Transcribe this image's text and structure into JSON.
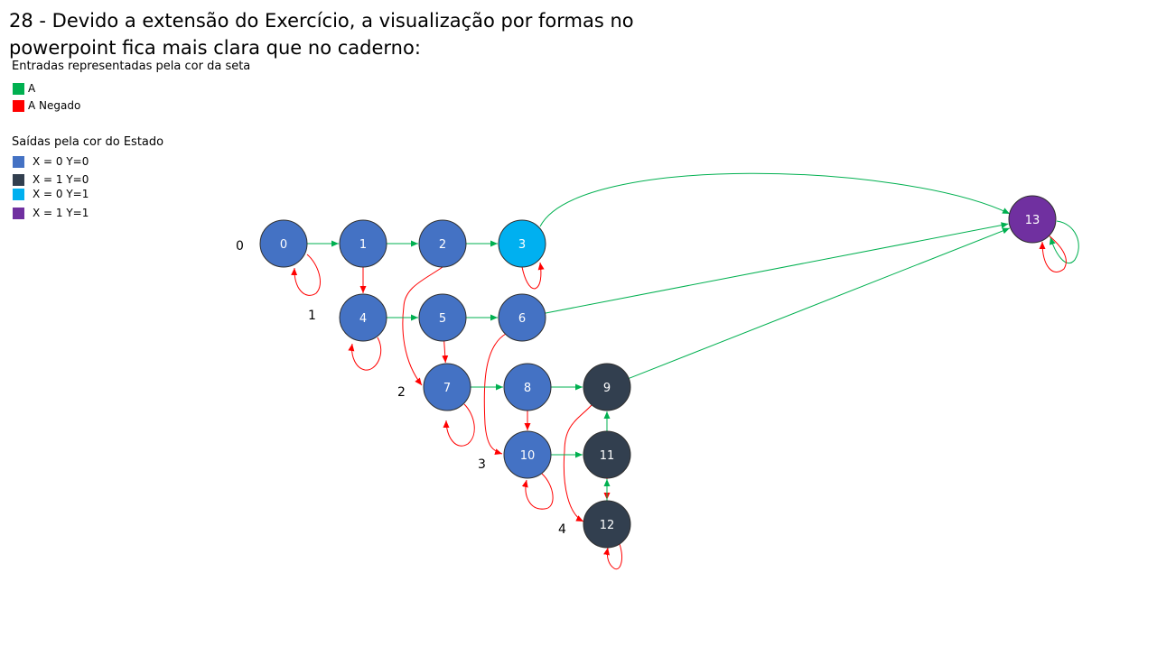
{
  "title": "28 - Devido a extensão do Exercício, a visualização por formas no powerpoint fica mais clara que no caderno:",
  "legend": {
    "inputs_heading": "Entradas representadas pela cor da seta",
    "inputs": [
      {
        "label": "A",
        "color": "#00b050"
      },
      {
        "label": "A Negado",
        "color": "#ff0000"
      }
    ],
    "outputs_heading": "Saídas pela cor do Estado",
    "outputs": [
      {
        "label": "X = 0 Y=0",
        "color": "#4472c4"
      },
      {
        "label": "X = 1 Y=0",
        "color": "#323f4f"
      },
      {
        "label": "X = 0 Y=1",
        "color": "#00b0f0"
      },
      {
        "label": "X = 1 Y=1",
        "color": "#7030a0"
      }
    ]
  },
  "row_labels": [
    "0",
    "1",
    "2",
    "3",
    "4"
  ],
  "colors": {
    "A": "#00b050",
    "A_negado": "#ff0000",
    "x0y0": "#4472c4",
    "x1y0": "#323f4f",
    "x0y1": "#00b0f0",
    "x1y1": "#7030a0"
  },
  "states": [
    {
      "label": "0",
      "output": "x0y0"
    },
    {
      "label": "1",
      "output": "x0y0"
    },
    {
      "label": "2",
      "output": "x0y0"
    },
    {
      "label": "3",
      "output": "x0y1"
    },
    {
      "label": "4",
      "output": "x0y0"
    },
    {
      "label": "5",
      "output": "x0y0"
    },
    {
      "label": "6",
      "output": "x0y0"
    },
    {
      "label": "7",
      "output": "x0y0"
    },
    {
      "label": "8",
      "output": "x0y0"
    },
    {
      "label": "9",
      "output": "x1y0"
    },
    {
      "label": "10",
      "output": "x0y0"
    },
    {
      "label": "11",
      "output": "x1y0"
    },
    {
      "label": "12",
      "output": "x1y0"
    },
    {
      "label": "13",
      "output": "x1y1"
    }
  ],
  "transitions": [
    {
      "from": "0",
      "to": "1",
      "input": "A"
    },
    {
      "from": "0",
      "to": "0",
      "input": "A_negado"
    },
    {
      "from": "1",
      "to": "2",
      "input": "A"
    },
    {
      "from": "1",
      "to": "4",
      "input": "A_negado"
    },
    {
      "from": "2",
      "to": "3",
      "input": "A"
    },
    {
      "from": "2",
      "to": "7",
      "input": "A_negado"
    },
    {
      "from": "3",
      "to": "13",
      "input": "A"
    },
    {
      "from": "3",
      "to": "3",
      "input": "A_negado"
    },
    {
      "from": "4",
      "to": "5",
      "input": "A"
    },
    {
      "from": "4",
      "to": "4",
      "input": "A_negado"
    },
    {
      "from": "5",
      "to": "6",
      "input": "A"
    },
    {
      "from": "5",
      "to": "7",
      "input": "A_negado"
    },
    {
      "from": "6",
      "to": "13",
      "input": "A"
    },
    {
      "from": "6",
      "to": "10",
      "input": "A_negado"
    },
    {
      "from": "7",
      "to": "8",
      "input": "A"
    },
    {
      "from": "7",
      "to": "7",
      "input": "A_negado"
    },
    {
      "from": "8",
      "to": "9",
      "input": "A"
    },
    {
      "from": "8",
      "to": "10",
      "input": "A_negado"
    },
    {
      "from": "9",
      "to": "13",
      "input": "A"
    },
    {
      "from": "9",
      "to": "12",
      "input": "A_negado"
    },
    {
      "from": "10",
      "to": "11",
      "input": "A"
    },
    {
      "from": "10",
      "to": "10",
      "input": "A_negado"
    },
    {
      "from": "11",
      "to": "9",
      "input": "A"
    },
    {
      "from": "11",
      "to": "12",
      "input": "A_negado"
    },
    {
      "from": "12",
      "to": "11",
      "input": "A"
    },
    {
      "from": "12",
      "to": "12",
      "input": "A_negado"
    },
    {
      "from": "13",
      "to": "13",
      "input": "A"
    },
    {
      "from": "13",
      "to": "13",
      "input": "A_negado"
    }
  ]
}
